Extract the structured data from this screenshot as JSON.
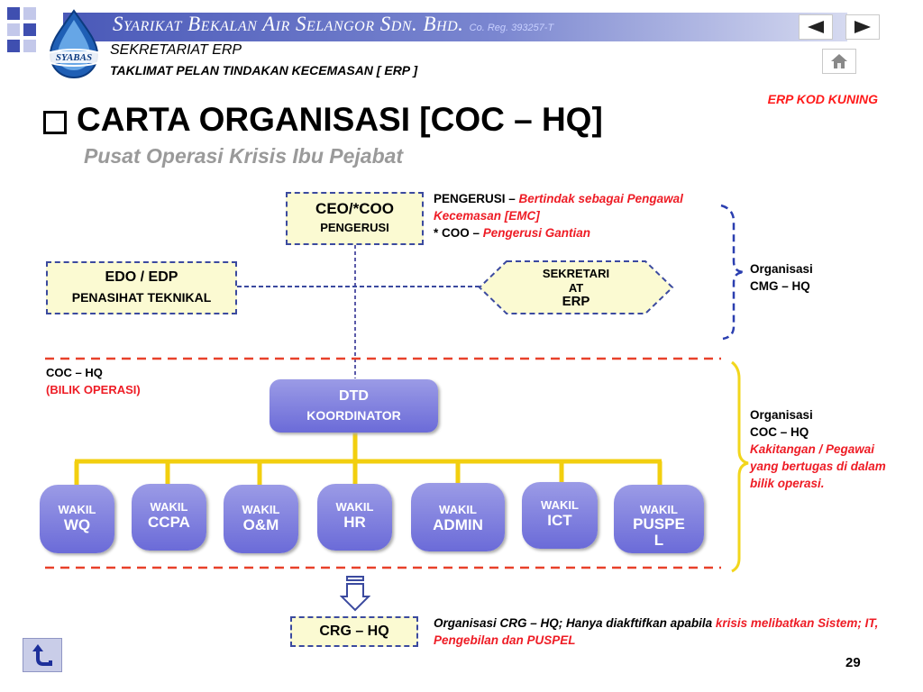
{
  "header": {
    "company": "Syarikat Bekalan Air Selangor Sdn. Bhd.",
    "reg": "Co. Reg. 393257-T",
    "logo_text": "SYABAS",
    "line1": "SEKRETARIAT ERP",
    "line2": "TAKLIMAT PELAN TINDAKAN KECEMASAN [ ERP ]",
    "kod": "ERP KOD KUNING"
  },
  "title": "CARTA ORGANISASI [COC – HQ]",
  "subtitle": "Pusat Operasi Krisis Ibu Pejabat",
  "boxes": {
    "ceo_title": "CEO/*COO",
    "ceo_sub": "PENGERUSI",
    "edo_title": "EDO / EDP",
    "edo_sub": "PENASIHAT TEKNIKAL",
    "sek_line1": "SEKRETARI",
    "sek_line2": "AT",
    "sek_line3": "ERP",
    "dtd_title": "DTD",
    "dtd_sub": "KOORDINATOR",
    "crg": "CRG – HQ"
  },
  "notes": {
    "peng_a": "PENGERUSI – ",
    "peng_b": "Bertindak sebagai Pengawal Kecemasan [EMC]",
    "coo_a": "* COO – ",
    "coo_b": "Pengerusi Gantian",
    "cmg1": "Organisasi",
    "cmg2": "CMG – HQ",
    "coc1": "COC – HQ",
    "coc2": "(BILIK OPERASI)",
    "org1": "Organisasi",
    "org2": "COC – HQ",
    "org3": "Kakitangan / Pegawai yang bertugas di dalam bilik operasi.",
    "crg_a": "Organisasi CRG – HQ; Hanya diakftifkan apabila ",
    "crg_b": "krisis melibatkan Sistem; IT, Pengebilan dan PUSPEL"
  },
  "wakil": [
    {
      "top": "WAKIL",
      "bottom": "WQ"
    },
    {
      "top": "WAKIL",
      "bottom": "CCPA"
    },
    {
      "top": "WAKIL",
      "bottom": "O&M"
    },
    {
      "top": "WAKIL",
      "bottom": "HR"
    },
    {
      "top": "WAKIL",
      "bottom": "ADMIN"
    },
    {
      "top": "WAKIL",
      "bottom": "ICT"
    },
    {
      "top": "WAKIL",
      "bottom": "PUSPE L"
    }
  ],
  "page_number": "29",
  "icons": [
    "prev-arrow-icon",
    "next-arrow-icon",
    "home-icon",
    "return-icon",
    "down-arrow-icon",
    "checkbox-bullet-icon"
  ]
}
